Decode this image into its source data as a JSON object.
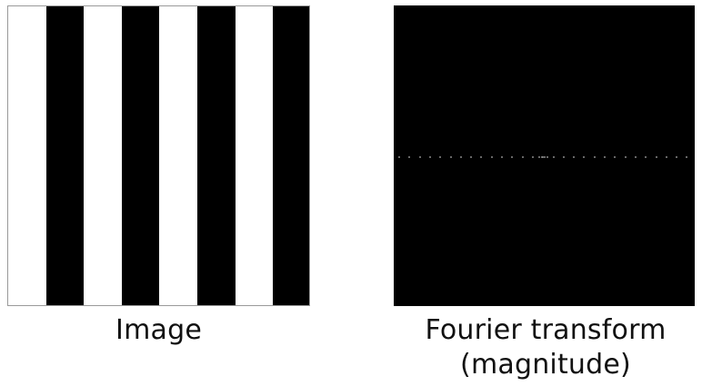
{
  "figure": {
    "left_caption": "Image",
    "right_caption_line1": "Fourier transform",
    "right_caption_line2": "(magnitude)"
  },
  "image_panel": {
    "pattern": "vertical-stripes",
    "stripe_colors": [
      "#ffffff",
      "#000000"
    ]
  },
  "fourier_panel": {
    "background": "#000000",
    "dot_color": "#8a8a8a",
    "pattern": "horizontal-row-of-dots"
  }
}
